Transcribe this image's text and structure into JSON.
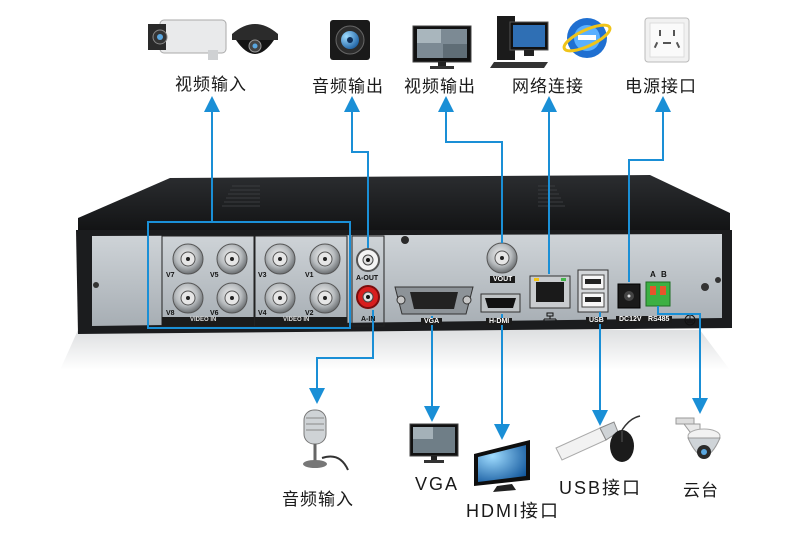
{
  "colors": {
    "arrow": "#1a8fd6",
    "chassis_dark": "#1d1e20",
    "rear_panel": "#b9c0c6",
    "text": "#1a1a1a"
  },
  "callouts_top": {
    "video_in": "视频输入",
    "audio_out": "音频输出",
    "video_out": "视频输出",
    "network": "网络连接",
    "power": "电源接口"
  },
  "callouts_bottom": {
    "audio_in": "音频输入",
    "vga": "VGA",
    "hdmi": "HDMI接口",
    "usb": "USB接口",
    "ptz": "云台"
  },
  "panel_labels": {
    "v7": "V7",
    "v5": "V5",
    "v8": "V8",
    "v6": "V6",
    "v3": "V3",
    "v1": "V1",
    "v4": "V4",
    "v2": "V2",
    "video_in_left": "VIDEO IN",
    "video_in_right": "VIDEO IN",
    "a_out": "A-OUT",
    "a_in": "A-IN",
    "vout": "VOUT",
    "vga": "VGA",
    "hdmi": "H-DMI",
    "usb": "USB",
    "dc12v": "DC12V",
    "rs485": "RS485",
    "a": "A",
    "b": "B"
  },
  "icons": [
    "bullet-camera-icon",
    "dome-camera-icon",
    "speaker-icon",
    "monitor-icon",
    "desktop-pc-icon",
    "ie-browser-icon",
    "wall-socket-icon",
    "microphone-icon",
    "vga-monitor-icon",
    "hdmi-tv-icon",
    "usb-drive-icon",
    "mouse-icon",
    "ptz-camera-icon",
    "ground-icon",
    "network-port-icon"
  ]
}
